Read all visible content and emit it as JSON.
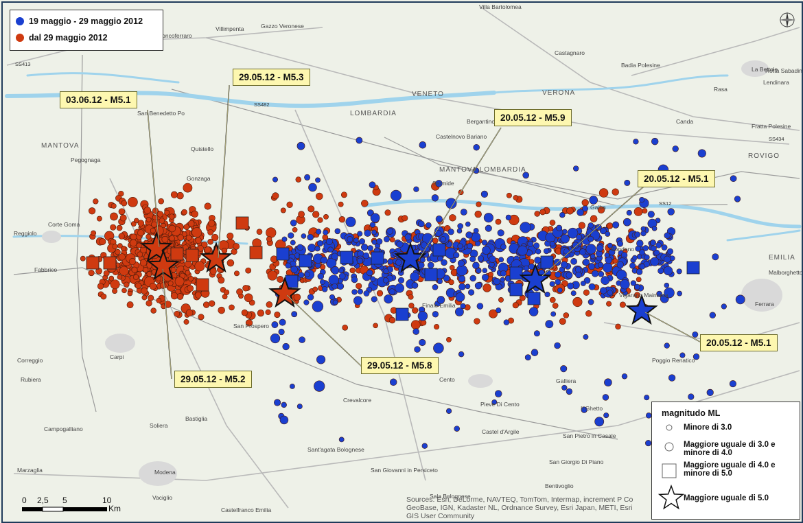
{
  "legend_series": [
    {
      "label": "19 maggio - 29 maggio 2012",
      "color": "#1a3fd0"
    },
    {
      "label": "dal 29 maggio 2012",
      "color": "#cf3a10"
    }
  ],
  "callouts": [
    {
      "label": "03.06.12 - M5.1"
    },
    {
      "label": "29.05.12 - M5.3"
    },
    {
      "label": "20.05.12 - M5.9"
    },
    {
      "label": "20.05.12 - M5.1"
    },
    {
      "label": "20.05.12 - M5.1"
    },
    {
      "label": "29.05.12 - M5.8"
    },
    {
      "label": "29.05.12 - M5.2"
    }
  ],
  "magnitude_legend": {
    "title": "magnitudo ML",
    "items": [
      {
        "label": "Minore di 3.0",
        "symbol": "small-circle"
      },
      {
        "label": "Maggiore uguale di 3.0 e minore di 4.0",
        "symbol": "circle"
      },
      {
        "label": "Maggiore uguale di 4.0 e minore di 5.0",
        "symbol": "square"
      },
      {
        "label": "Maggiore uguale di 5.0",
        "symbol": "star"
      }
    ]
  },
  "scale_bar": {
    "ticks": [
      "0",
      "2,5",
      "5",
      "10"
    ],
    "unit": "Km"
  },
  "attribution": [
    "Sources: Esri, DeLorme, NAVTEQ, TomTom, Intermap, increment P Co",
    "GeoBase, IGN, Kadaster NL, Ordnance Survey, Esri Japan, METI, Esri",
    "GIS User Community"
  ],
  "places": [
    {
      "name": "MANTOVA",
      "big": true
    },
    {
      "name": "Roncoferraro"
    },
    {
      "name": "Villimpenta"
    },
    {
      "name": "Gazzo Veronese"
    },
    {
      "name": "Villa Bartolomea"
    },
    {
      "name": "Castagnaro"
    },
    {
      "name": "Badia Polesine"
    },
    {
      "name": "La Bettola"
    },
    {
      "name": "Rotta Sabadina"
    },
    {
      "name": "Lendinara"
    },
    {
      "name": "Rasa"
    },
    {
      "name": "VERONA",
      "big": true
    },
    {
      "name": "ROVIGO",
      "big": true
    },
    {
      "name": "VENETO",
      "big": true
    },
    {
      "name": "LOMBARDIA",
      "big": true
    },
    {
      "name": "MANTOVA LOMBARDIA",
      "big": true
    },
    {
      "name": "San Benedetto Po"
    },
    {
      "name": "Quistello"
    },
    {
      "name": "Pegognaga"
    },
    {
      "name": "Gonzaga"
    },
    {
      "name": "Castelnovo Bariano"
    },
    {
      "name": "Bergantino"
    },
    {
      "name": "Canda"
    },
    {
      "name": "Fratta Polesine"
    },
    {
      "name": "Reggiolo"
    },
    {
      "name": "Corte Goma"
    },
    {
      "name": "Fabbrico"
    },
    {
      "name": "Carpi"
    },
    {
      "name": "Correggio"
    },
    {
      "name": "Soliera"
    },
    {
      "name": "Bastiglia"
    },
    {
      "name": "Modena"
    },
    {
      "name": "Campogalliano"
    },
    {
      "name": "Marzaglia"
    },
    {
      "name": "Vaciglio"
    },
    {
      "name": "Castelfranco Emilia"
    },
    {
      "name": "Sant'agata Bolognese"
    },
    {
      "name": "San Giovanni in Persiceto"
    },
    {
      "name": "Crevalcore"
    },
    {
      "name": "Cento"
    },
    {
      "name": "Pieve Di Cento"
    },
    {
      "name": "Galliera"
    },
    {
      "name": "Poggio Renatico"
    },
    {
      "name": "Ferrara"
    },
    {
      "name": "Vigarano Mainarda"
    },
    {
      "name": "Bondeno"
    },
    {
      "name": "San Pietro in Casale"
    },
    {
      "name": "Castel d'Argile"
    },
    {
      "name": "San Giorgio Di Piano"
    },
    {
      "name": "Bentivoglio"
    },
    {
      "name": "Il Ghetto"
    },
    {
      "name": "Malborghetto di Boara"
    },
    {
      "name": "EMILIA",
      "big": true
    },
    {
      "name": "Sermide"
    },
    {
      "name": "Gaiba"
    },
    {
      "name": "San Prospero"
    },
    {
      "name": "Finale Emilia"
    },
    {
      "name": "Rubiera"
    },
    {
      "name": "Sala Bolognese"
    }
  ],
  "roads": [
    "SS413",
    "SS482",
    "SS434",
    "SS12"
  ],
  "colors": {
    "map_background": "#eef1e8",
    "water": "#9fd3ec",
    "frame": "#1f3a5a",
    "callout_fill": "#fdf7b0"
  }
}
